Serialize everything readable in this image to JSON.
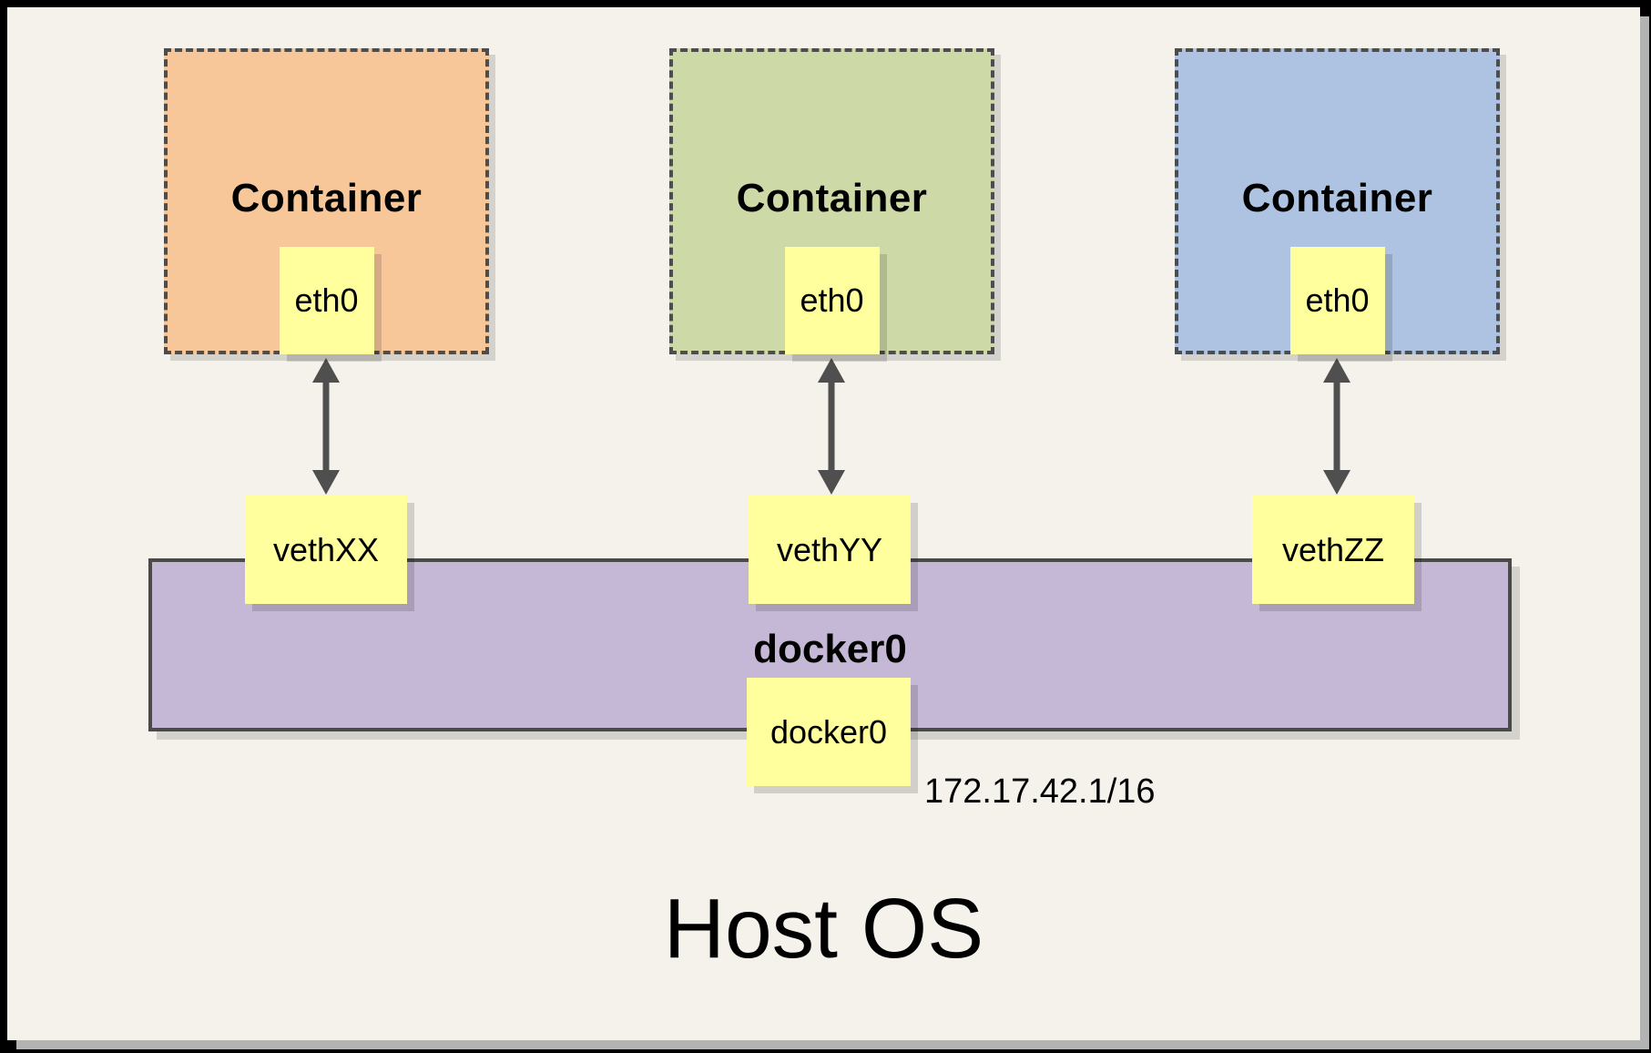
{
  "host_label": "Host OS",
  "containers": [
    {
      "label": "Container",
      "interface": "eth0",
      "veth": "vethXX",
      "color": "#f7c79a"
    },
    {
      "label": "Container",
      "interface": "eth0",
      "veth": "vethYY",
      "color": "#cdd9a6"
    },
    {
      "label": "Container",
      "interface": "eth0",
      "veth": "vethZZ",
      "color": "#adc3e1"
    }
  ],
  "bridge": {
    "label": "docker0",
    "interface": "docker0",
    "ip": "172.17.42.1/16",
    "color": "#c5b7d6"
  },
  "colors": {
    "panel_background": "#f4f2eb",
    "note_yellow": "#ffff9e",
    "dash_gray": "#4d4d4d",
    "arrow_gray": "#4f4f4f",
    "frame_black": "#000000",
    "shadow_gray": "#b3b3b3"
  }
}
